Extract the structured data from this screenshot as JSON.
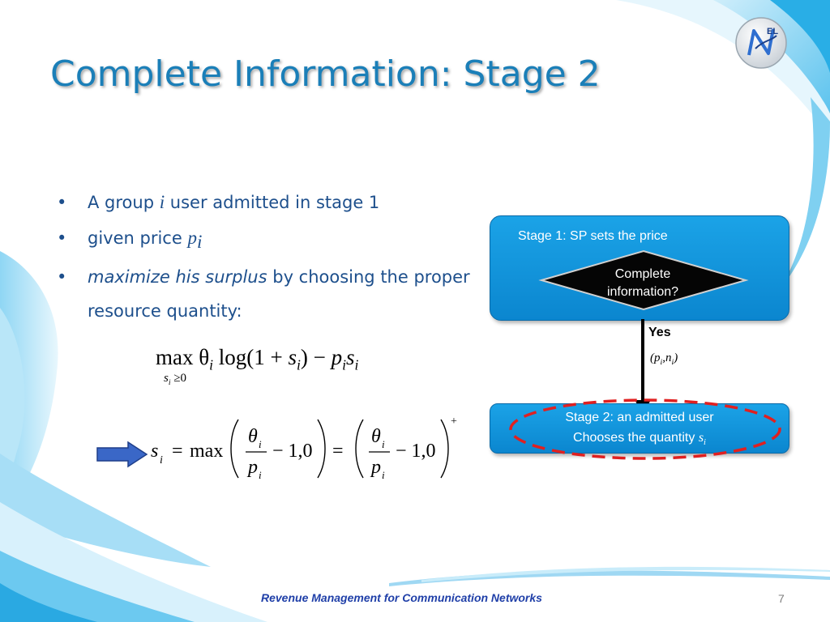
{
  "slide": {
    "title": "Complete Information: Stage 2",
    "bullets": {
      "b1_pre": "A group ",
      "b1_var": "i",
      "b1_post": " user admitted in stage 1",
      "b2_pre": "given price ",
      "b2_var": "p",
      "b2_sub": "i",
      "b3_em": "maximize his surplus",
      "b3_post": " by choosing the proper resource quantity:"
    },
    "eq1": {
      "expr": "max θ",
      "sub_theta": "i",
      "expr2": " log(1 + ",
      "s": "s",
      "sub_s": "i",
      "expr3": ") − ",
      "p": "p",
      "sub_p": "i",
      "s2": "s",
      "sub_s2": "i",
      "under": "s",
      "under_sub": "i",
      "under_rest": " ≥0"
    },
    "eq2": {
      "s": "s",
      "s_sub": "i",
      "eq": "=",
      "max": "max",
      "theta": "θ",
      "theta_sub": "i",
      "p": "p",
      "p_sub": "i",
      "minus_one": "− 1,0",
      "plus": "+"
    },
    "diagram": {
      "stage1_label": "Stage 1: SP sets the price",
      "decision_line1": "Complete",
      "decision_line2": "information?",
      "yes_label": "Yes",
      "pn_label": "(p",
      "pn_sub1": "i",
      "pn_mid": ",n",
      "pn_sub2": "i",
      "pn_close": ")",
      "stage2_line1": "Stage 2: an admitted user",
      "stage2_line2": "Chooses the quantity ",
      "stage2_var": "s",
      "stage2_sub": "i"
    },
    "footer": "Revenue Management for Communication Networks",
    "page_number": "7",
    "logo_text": "EL"
  },
  "colors": {
    "title": "#1b7fb8",
    "bullet_text": "#1d4f8c",
    "box_fill": "#0f95dc",
    "decision_fill": "#000000",
    "dashed_ellipse": "#e02020",
    "footer": "#1f3fa8"
  }
}
